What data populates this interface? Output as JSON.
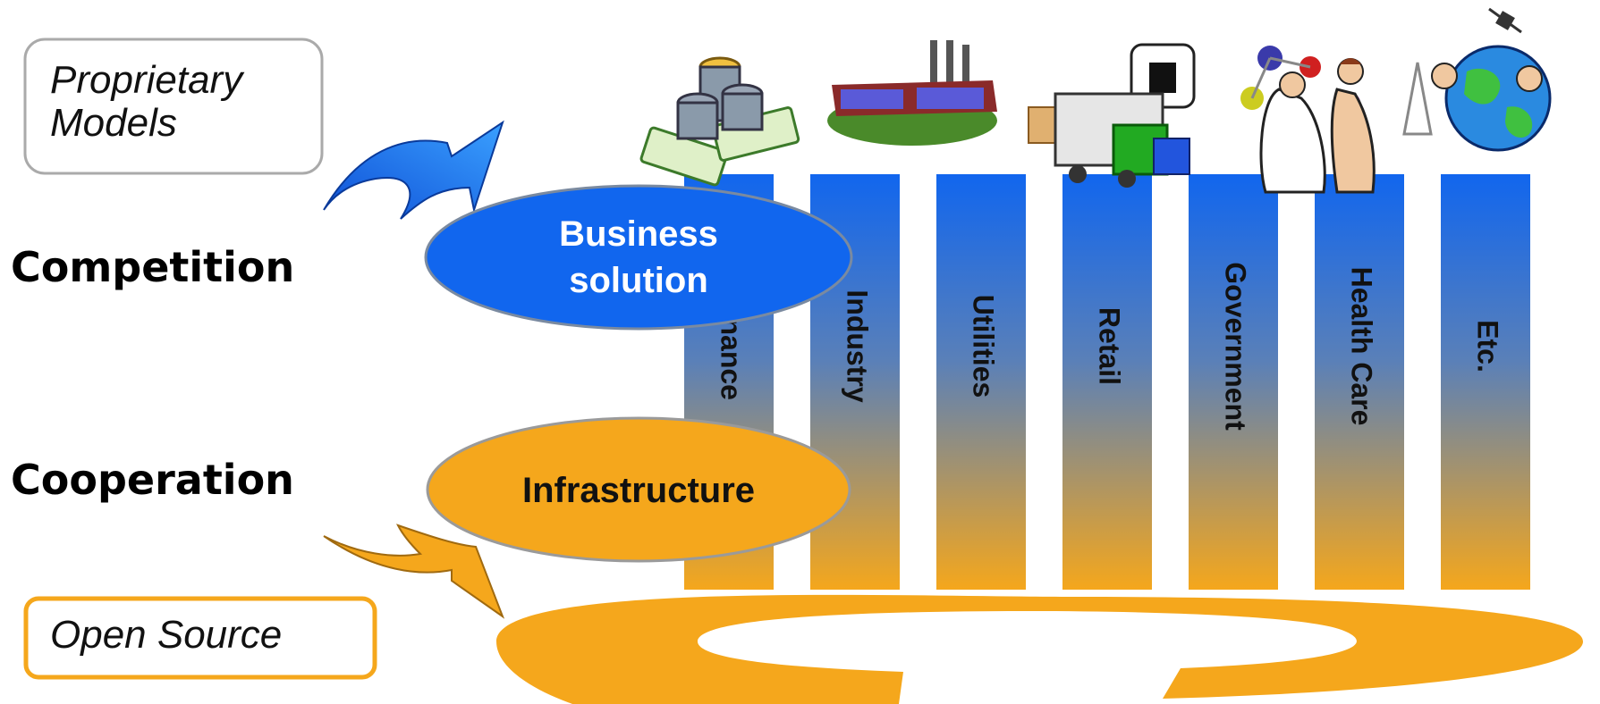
{
  "proprietary_box": {
    "line1": "Proprietary",
    "line2": "Models"
  },
  "open_source_box": {
    "label": "Open Source"
  },
  "competition_label": "Competition",
  "cooperation_label": "Cooperation",
  "business_ellipse": {
    "line1": "Business",
    "line2": "solution"
  },
  "infrastructure_ellipse": {
    "label": "Infrastructure"
  },
  "columns": [
    {
      "label": "Finance",
      "icon": "money-stack-icon"
    },
    {
      "label": "Industry",
      "icon": "factory-icon"
    },
    {
      "label": "Utilities",
      "icon": "none"
    },
    {
      "label": "Retail",
      "icon": "truck-gifts-icon"
    },
    {
      "label": "Government",
      "icon": "none"
    },
    {
      "label": "Health Care",
      "icon": "doctor-patient-icon"
    },
    {
      "label": "Etc.",
      "icon": "globe-satellite-icon"
    }
  ],
  "colors": {
    "blue": "#1166ee",
    "orange": "#f5a71c",
    "box_border_gray": "#aaaaaa",
    "box_border_orange": "#f5a71c"
  }
}
